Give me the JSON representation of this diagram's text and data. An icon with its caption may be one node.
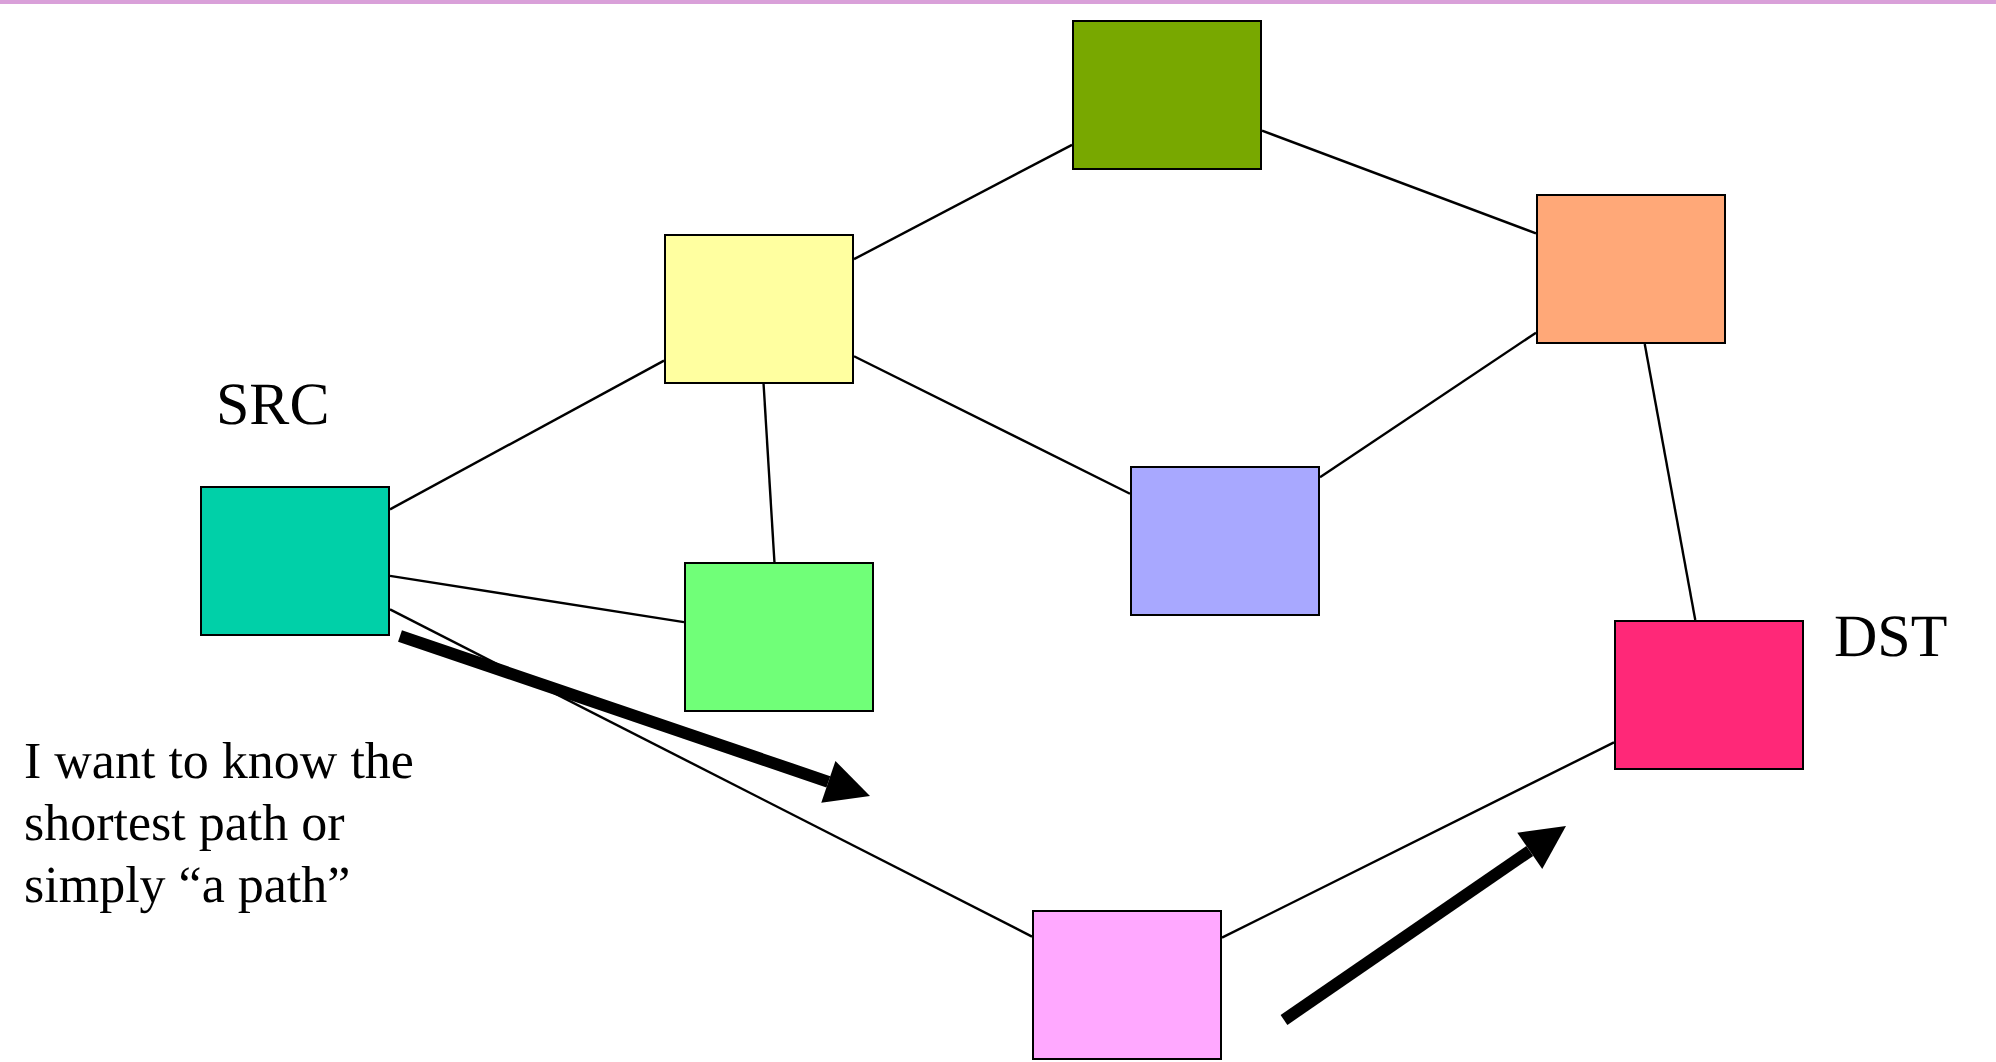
{
  "diagram": {
    "nodes": [
      {
        "text": [],
        "shape": "box",
        "beside": [
          "SRC"
        ]
      },
      {
        "text": [],
        "shape": "box"
      },
      {
        "text": [],
        "shape": "box"
      },
      {
        "text": [],
        "shape": "box"
      },
      {
        "text": [],
        "shape": "box"
      },
      {
        "text": [],
        "shape": "box"
      },
      {
        "text": [],
        "shape": "box",
        "beside": [
          "DST"
        ]
      },
      {
        "text": [],
        "shape": "box"
      }
    ],
    "edges": [
      {
        "from": 0,
        "to": 1,
        "arrow": "none"
      },
      {
        "from": 0,
        "to": 4,
        "arrow": "none"
      },
      {
        "from": 0,
        "to": 7,
        "arrow": "none"
      },
      {
        "from": 1,
        "to": 4,
        "arrow": "none"
      },
      {
        "from": 1,
        "to": 2,
        "arrow": "none"
      },
      {
        "from": 1,
        "to": 5,
        "arrow": "none"
      },
      {
        "from": 2,
        "to": 3,
        "arrow": "none"
      },
      {
        "from": 3,
        "to": 5,
        "arrow": "none"
      },
      {
        "from": 3,
        "to": 6,
        "arrow": "none"
      },
      {
        "from": 7,
        "to": 6,
        "arrow": "none"
      }
    ],
    "labels": [
      "I want to know the shortest path or simply “a path”"
    ]
  }
}
